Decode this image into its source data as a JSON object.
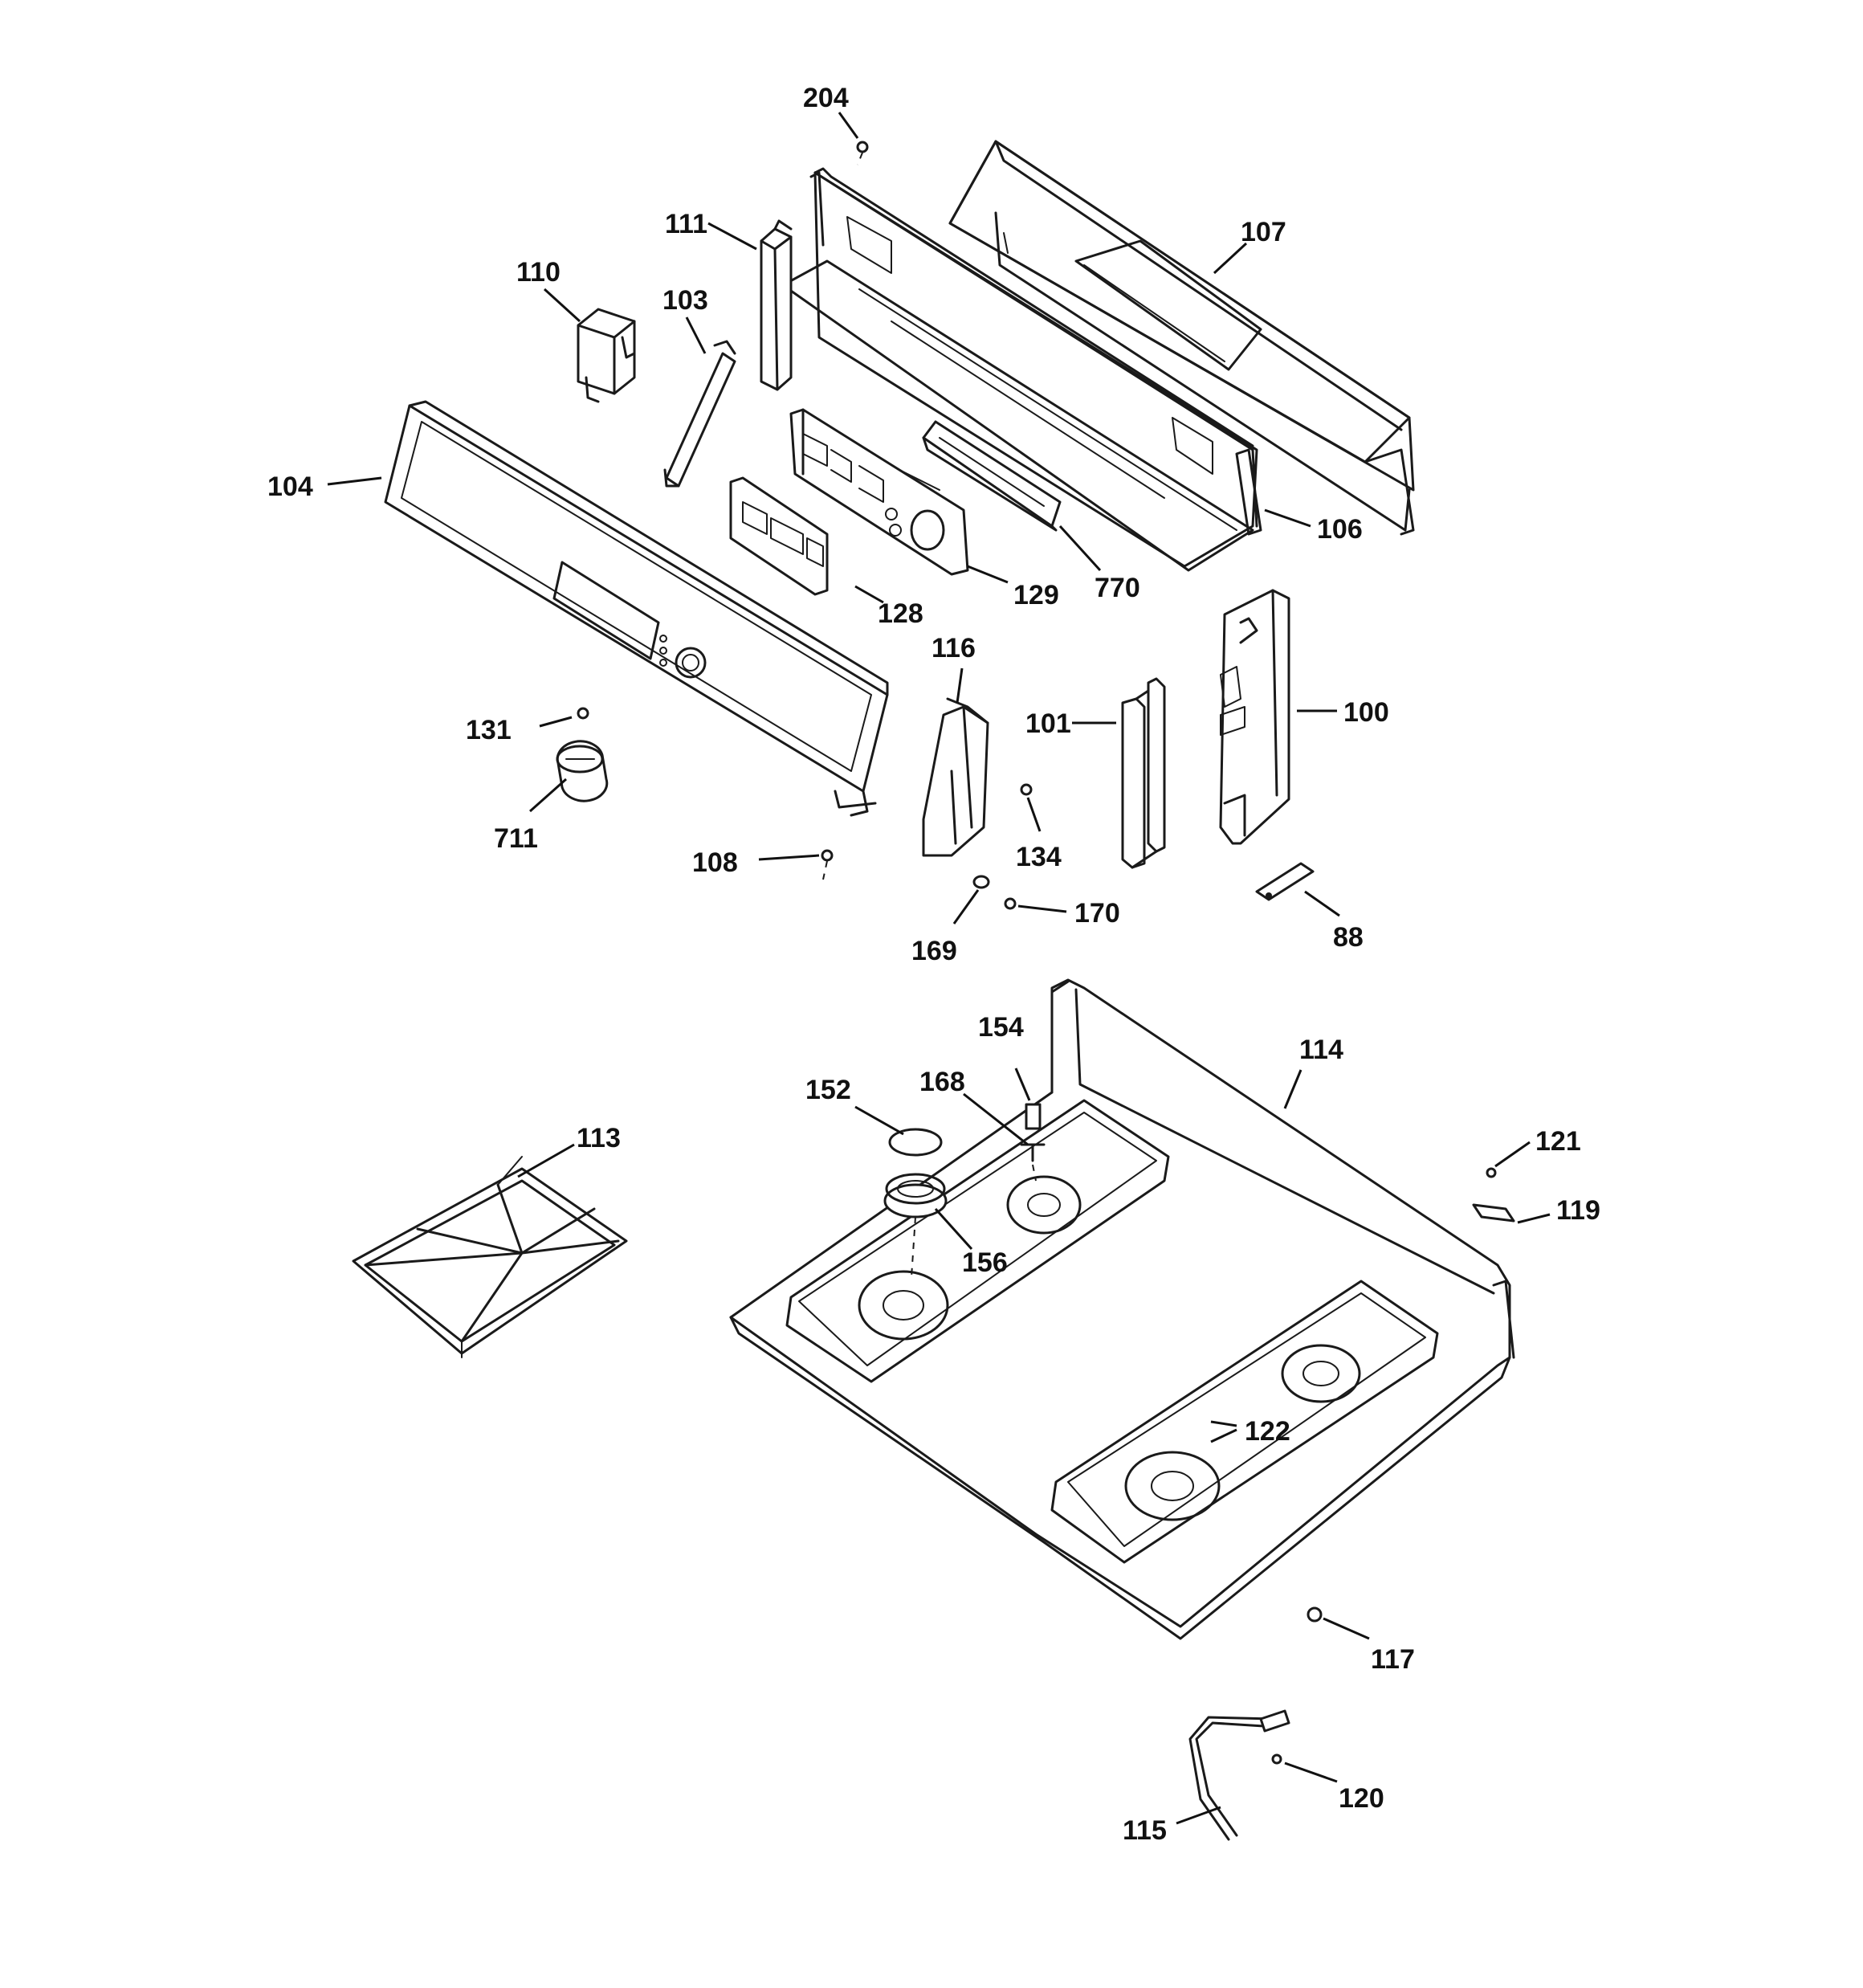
{
  "callouts": [
    {
      "id": "c204",
      "label": "204"
    },
    {
      "id": "c111",
      "label": "111"
    },
    {
      "id": "c107",
      "label": "107"
    },
    {
      "id": "c110",
      "label": "110"
    },
    {
      "id": "c103",
      "label": "103"
    },
    {
      "id": "c104",
      "label": "104"
    },
    {
      "id": "c106",
      "label": "106"
    },
    {
      "id": "c128",
      "label": "128"
    },
    {
      "id": "c129",
      "label": "129"
    },
    {
      "id": "c770",
      "label": "770"
    },
    {
      "id": "c116",
      "label": "116"
    },
    {
      "id": "c101",
      "label": "101"
    },
    {
      "id": "c100",
      "label": "100"
    },
    {
      "id": "c131",
      "label": "131"
    },
    {
      "id": "c711",
      "label": "711"
    },
    {
      "id": "c134",
      "label": "134"
    },
    {
      "id": "c108",
      "label": "108"
    },
    {
      "id": "c170",
      "label": "170"
    },
    {
      "id": "c169",
      "label": "169"
    },
    {
      "id": "c88",
      "label": "88"
    },
    {
      "id": "c154",
      "label": "154"
    },
    {
      "id": "c114",
      "label": "114"
    },
    {
      "id": "c168",
      "label": "168"
    },
    {
      "id": "c152",
      "label": "152"
    },
    {
      "id": "c113",
      "label": "113"
    },
    {
      "id": "c121",
      "label": "121"
    },
    {
      "id": "c119",
      "label": "119"
    },
    {
      "id": "c156",
      "label": "156"
    },
    {
      "id": "c122",
      "label": "122"
    },
    {
      "id": "c117",
      "label": "117"
    },
    {
      "id": "c120",
      "label": "120"
    },
    {
      "id": "c115",
      "label": "115"
    }
  ]
}
